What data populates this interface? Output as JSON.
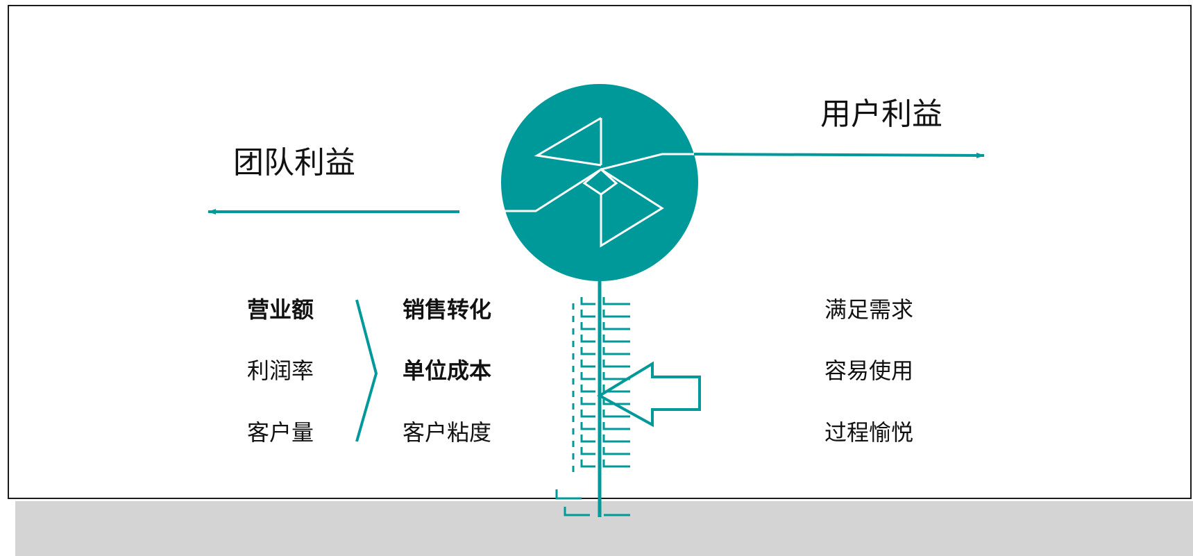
{
  "left_title": "团队利益",
  "right_title": "用户利益",
  "team_metrics": [
    "营业额",
    "利润率",
    "客户量"
  ],
  "drivers": [
    "销售转化",
    "单位成本",
    "客户粘度"
  ],
  "user_needs": [
    "满足需求",
    "容易使用",
    "过程愉悦"
  ],
  "colors": {
    "accent": "#00999A",
    "text": "#111111",
    "frame": "#1a1a1a"
  }
}
